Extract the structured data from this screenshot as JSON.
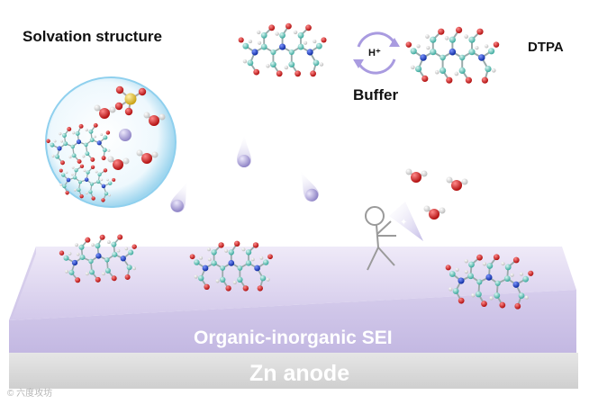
{
  "labels": {
    "solvation_structure": "Solvation structure",
    "buffer": "Buffer",
    "proton": "H⁺",
    "dtpa": "DTPA",
    "sei": "Organic-inorganic SEI",
    "anode": "Zn anode",
    "watermark": "© 六度攻坊"
  },
  "colors": {
    "carbon": "#63c7bc",
    "oxygen": "#d91e1e",
    "hydrogen": "#f2f2f2",
    "nitrogen": "#1a3fcf",
    "sulfur": "#e6c21e",
    "zinc_ion": "#b3a9de",
    "sei_layer": "#d8d0ec",
    "anode_layer": "#d7d7d7"
  }
}
